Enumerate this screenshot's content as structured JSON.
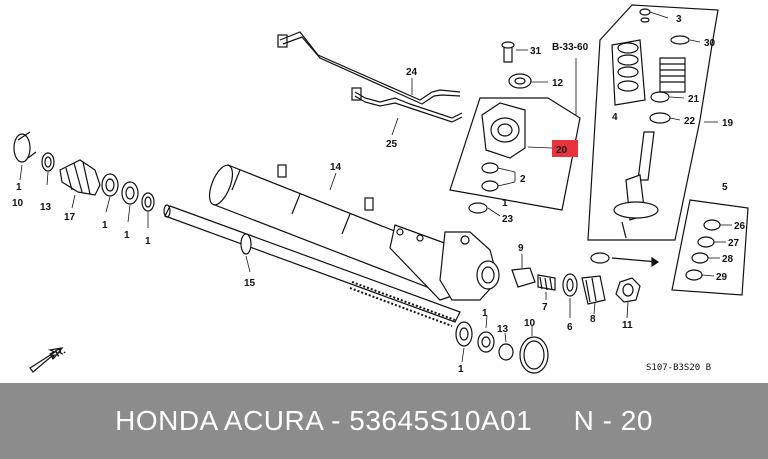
{
  "diagram": {
    "ref_box_label": "B-33-60",
    "drawing_code": "S107-B3S20 B",
    "fr_label": "FR.",
    "highlighted_label": "20",
    "part_labels": {
      "p1a": "1",
      "p1b": "1",
      "p1c": "1",
      "p1d": "1",
      "p1e": "1",
      "p1f": "1",
      "p1g": "1",
      "p2": "2",
      "p3": "3",
      "p4": "4",
      "p5": "5",
      "p6": "6",
      "p7": "7",
      "p8": "8",
      "p9": "9",
      "p10a": "10",
      "p10b": "10",
      "p11": "11",
      "p12": "12",
      "p13a": "13",
      "p13b": "13",
      "p14": "14",
      "p15": "15",
      "p17": "17",
      "p19": "19",
      "p21": "21",
      "p22": "22",
      "p23": "23",
      "p24": "24",
      "p25": "25",
      "p26": "26",
      "p27": "27",
      "p28": "28",
      "p29": "29",
      "p30": "30",
      "p31": "31"
    }
  },
  "footer": {
    "text": "HONDA ACURA - 53645S10A01     N - 20",
    "background": "#8c8c8c",
    "text_color": "#ffffff"
  },
  "colors": {
    "highlight": "#e8323c",
    "line": "#111111"
  }
}
